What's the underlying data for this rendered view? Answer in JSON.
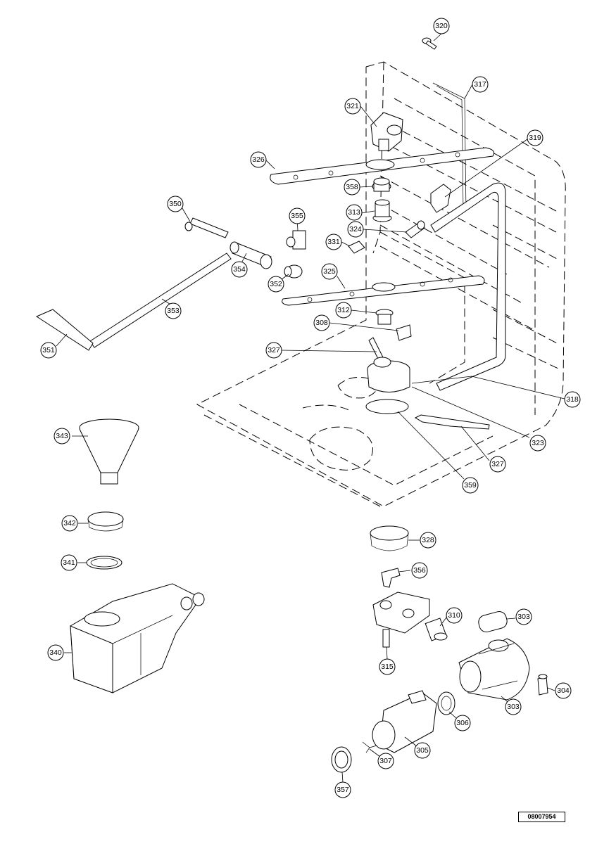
{
  "diagram": {
    "document_number": "08007954",
    "callouts": [
      {
        "label": "320"
      },
      {
        "label": "317"
      },
      {
        "label": "321"
      },
      {
        "label": "319"
      },
      {
        "label": "326"
      },
      {
        "label": "358"
      },
      {
        "label": "350"
      },
      {
        "label": "355"
      },
      {
        "label": "313"
      },
      {
        "label": "324"
      },
      {
        "label": "331"
      },
      {
        "label": "354"
      },
      {
        "label": "325"
      },
      {
        "label": "352"
      },
      {
        "label": "312"
      },
      {
        "label": "353"
      },
      {
        "label": "308"
      },
      {
        "label": "351"
      },
      {
        "label": "327"
      },
      {
        "label": "318"
      },
      {
        "label": "343"
      },
      {
        "label": "323"
      },
      {
        "label": "327"
      },
      {
        "label": "359"
      },
      {
        "label": "342"
      },
      {
        "label": "328"
      },
      {
        "label": "341"
      },
      {
        "label": "356"
      },
      {
        "label": "310"
      },
      {
        "label": "303"
      },
      {
        "label": "340"
      },
      {
        "label": "315"
      },
      {
        "label": "304"
      },
      {
        "label": "306"
      },
      {
        "label": "303"
      },
      {
        "label": "305"
      },
      {
        "label": "307"
      },
      {
        "label": "357"
      }
    ]
  }
}
